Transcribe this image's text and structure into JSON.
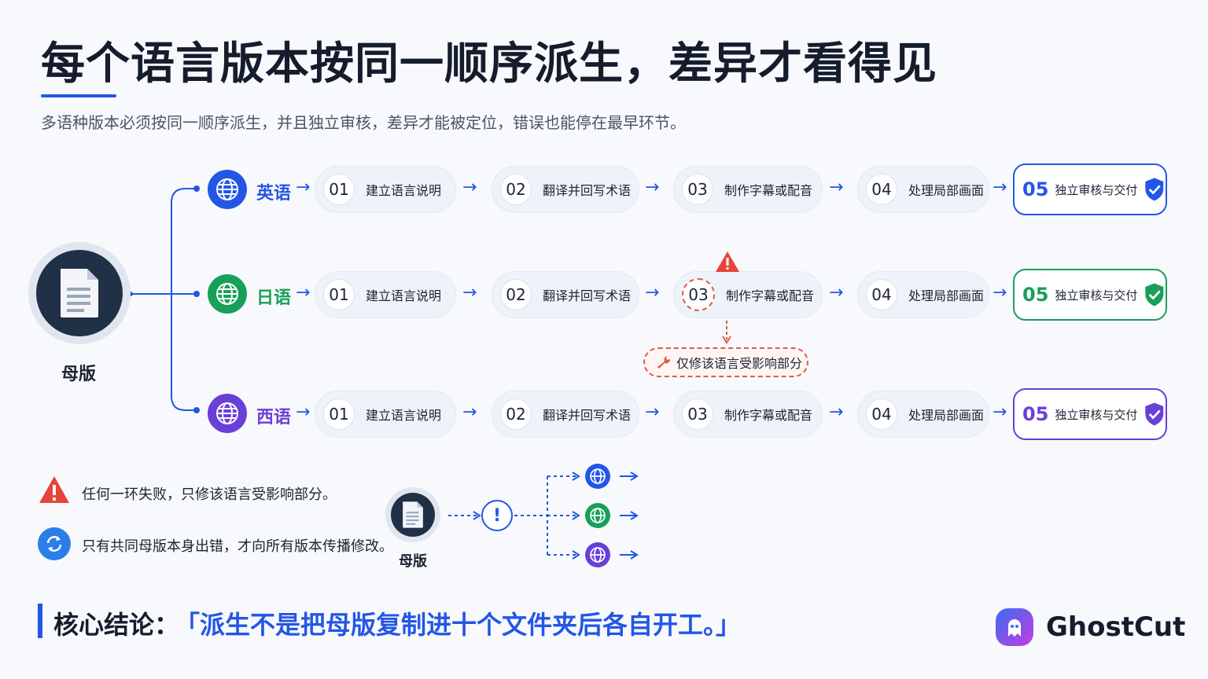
{
  "title": "每个语言版本按同一顺序派生，差异才看得见",
  "subtitle": "多语种版本必须按同一顺序派生，并且独立审核，差异才能被定位，错误也能停在最早环节。",
  "mother_label": "母版",
  "languages": [
    {
      "name": "英语",
      "color": "#2456e6"
    },
    {
      "name": "日语",
      "color": "#18a058"
    },
    {
      "name": "西语",
      "color": "#6a3fd8"
    }
  ],
  "steps": [
    {
      "num": "01",
      "label": "建立语言说明"
    },
    {
      "num": "02",
      "label": "翻译并回写术语"
    },
    {
      "num": "03",
      "label": "制作字幕或配音"
    },
    {
      "num": "04",
      "label": "处理局部画面"
    }
  ],
  "final_step": {
    "num": "05",
    "label": "独立审核与交付"
  },
  "note": "仅修该语言受影响部分",
  "legend": [
    {
      "text": "任何一环失败，只修该语言受影响部分。",
      "icon": "warning-icon"
    },
    {
      "text": "只有共同母版本身出错，才向所有版本传播修改。",
      "icon": "sync-icon"
    }
  ],
  "small_mother_label": "母版",
  "conclusion": {
    "head": "核心结论：",
    "body": "「派生不是把母版复制进十个文件夹后各自开工。」"
  },
  "brand": "GhostCut",
  "colors": {
    "accent": "#2456e6",
    "green": "#18a058",
    "purple": "#6a3fd8",
    "warning": "#e5453a"
  }
}
